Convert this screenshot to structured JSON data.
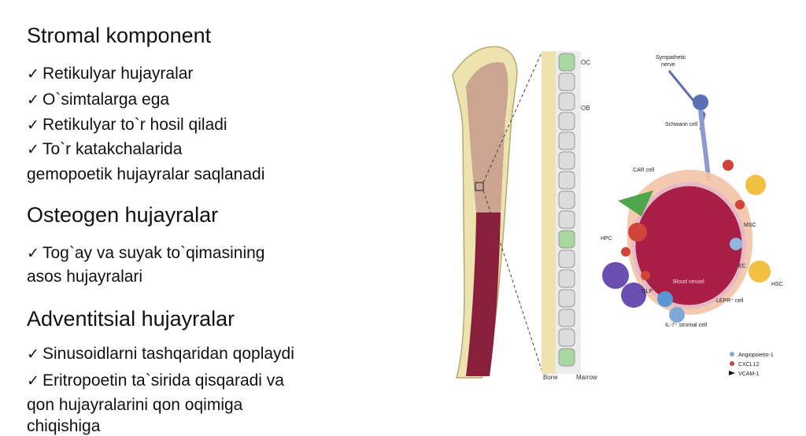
{
  "sections": [
    {
      "title": "Stromal komponent",
      "items": [
        "Retikulyar hujayralar",
        "O`simtalarga ega",
        "Retikulyar to`r hosil qiladi",
        "To`r katakchalarida"
      ],
      "continuation": "gemopoetik  hujayralar saqlanadi"
    },
    {
      "title": "Osteogen hujayralar",
      "items": [
        "Tog`ay va suyak to`qimasining"
      ],
      "continuation": "asos  hujayralari"
    },
    {
      "title": "Adventitsial hujayralar",
      "items": [
        "Sinusoidlarni tashqaridan qoplaydi",
        "Eritropoetin ta`sirida qisqaradi va"
      ],
      "continuation": "qon  hujayralarini qon oqimiga",
      "continuation2": "chiqishiga"
    }
  ],
  "check_mark": "✓",
  "figure": {
    "labels": {
      "oc": "OC",
      "ob": "OB",
      "bone": "Bone",
      "marrow": "Marrow",
      "sympathetic": "Sympathetic",
      "nerve": "nerve",
      "schwann": "Schwann cell",
      "car": "CAR cell",
      "hpc": "HPC",
      "msc": "MSC",
      "ec": "EC",
      "hsc": "HSC",
      "olp": "OLP",
      "blood_vessel": "Blood vessel",
      "lepr": "LEPR⁺ cell",
      "il7": "IL-7⁺ stromal cell"
    },
    "legend": [
      {
        "label": "Angiopoietin-1",
        "color": "#7fa8d8"
      },
      {
        "label": "CXCL12",
        "color": "#d0433a"
      },
      {
        "label": "VCAM-1",
        "color": "#111111"
      }
    ]
  }
}
